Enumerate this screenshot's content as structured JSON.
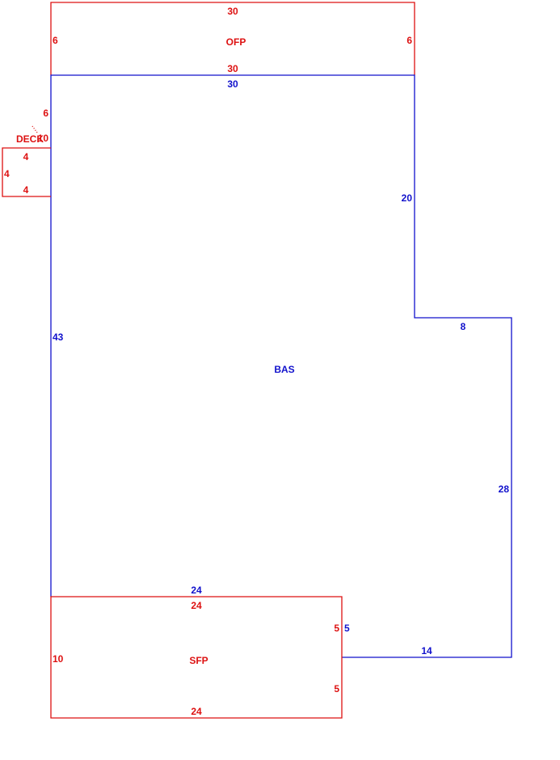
{
  "colors": {
    "addition": "#dd1111",
    "main": "#1111cc",
    "background": "#ffffff"
  },
  "ofp": {
    "name": "OFP",
    "top": "30",
    "bottom": "30",
    "left": "6",
    "right": "6"
  },
  "bas": {
    "name": "BAS",
    "top": "30",
    "left": "43",
    "right_upper": "20",
    "step": "8",
    "right_lower": "28",
    "bottom_right": "14",
    "notch": "5",
    "bottom_left": "24"
  },
  "deck": {
    "name": "DECK",
    "side_a": "6",
    "side_b": "10",
    "top": "4",
    "left": "4",
    "bottom": "4"
  },
  "sfp": {
    "name": "SFP",
    "top": "24",
    "bottom": "24",
    "left": "10",
    "right_upper": "5",
    "right_lower": "5"
  }
}
